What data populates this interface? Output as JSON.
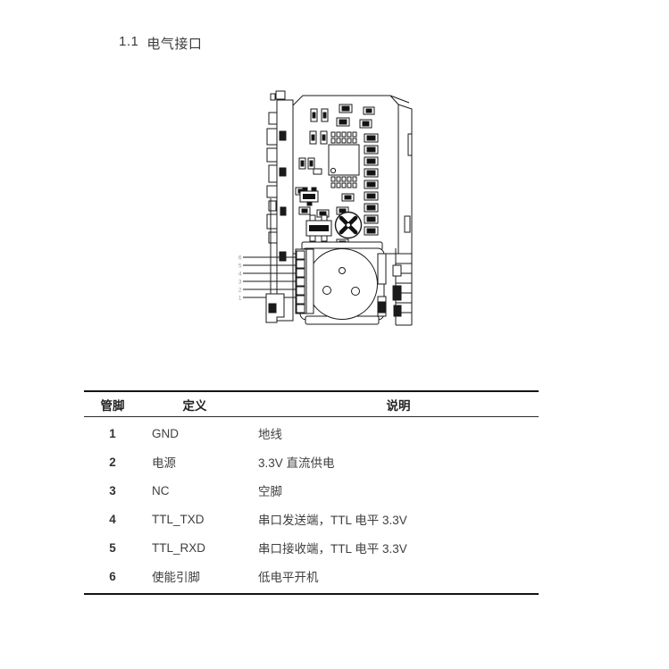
{
  "page": {
    "heading_number": "1.1",
    "heading_title": "电气接口"
  },
  "diagram": {
    "description": "PCB 模块电气接口线条图",
    "pin_labels": [
      "6",
      "5",
      "4",
      "3",
      "2",
      "1"
    ]
  },
  "table": {
    "headers": [
      "管脚",
      "定义",
      "说明"
    ],
    "rows": [
      {
        "pin": "1",
        "definition": "GND",
        "description": "地线"
      },
      {
        "pin": "2",
        "definition": "电源",
        "description": "3.3V 直流供电"
      },
      {
        "pin": "3",
        "definition": "NC",
        "description": "空脚"
      },
      {
        "pin": "4",
        "definition": "TTL_TXD",
        "description": "串口发送端，TTL 电平 3.3V"
      },
      {
        "pin": "5",
        "definition": "TTL_RXD",
        "description": "串口接收端，TTL 电平 3.3V"
      },
      {
        "pin": "6",
        "definition": "使能引脚",
        "description": "低电平开机"
      }
    ]
  }
}
